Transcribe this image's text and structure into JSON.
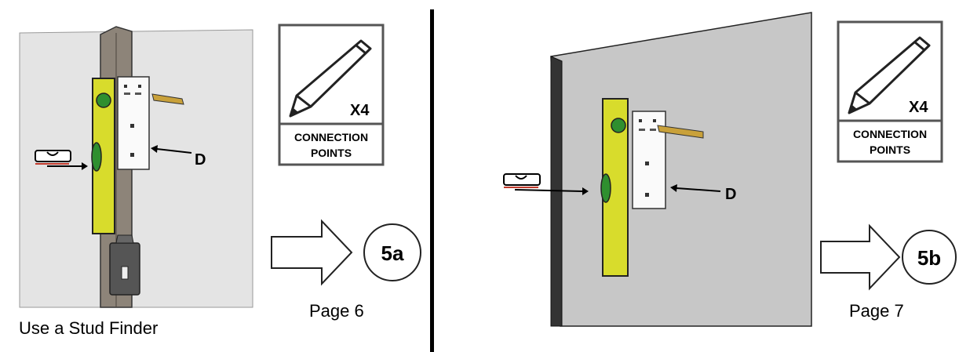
{
  "left_panel": {
    "caption": "Use a Stud Finder",
    "part_label": "D",
    "badge": {
      "count": "X4",
      "line1": "CONNECTION",
      "line2": "POINTS",
      "icon": "pencil-icon"
    },
    "next_step": "5a",
    "page": "Page 6"
  },
  "right_panel": {
    "part_label": "D",
    "badge": {
      "count": "X4",
      "line1": "CONNECTION",
      "line2": "POINTS",
      "icon": "pencil-icon"
    },
    "next_step": "5b",
    "page": "Page 7"
  },
  "colors": {
    "level_yellow": "#d8dc2c",
    "wall_gray": "#c7c7c7",
    "bubble_green": "#2f8f2f",
    "marker_red": "#c0392b"
  }
}
